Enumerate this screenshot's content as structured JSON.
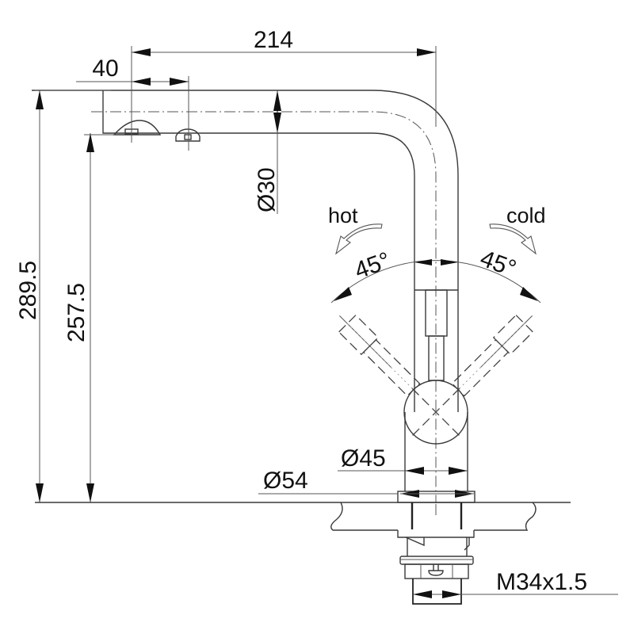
{
  "drawing": {
    "title": "Kitchen mixer tap dimension drawing",
    "units": "mm",
    "dimensions": {
      "spout_reach": "214",
      "spray_offset": "40",
      "spout_diameter": "Ø30",
      "total_height": "289.5",
      "outlet_height": "257.5",
      "body_diameter": "Ø45",
      "base_diameter": "Ø54",
      "thread": "M34x1.5"
    },
    "lever": {
      "hot_label": "hot",
      "cold_label": "cold",
      "hot_angle": "45°",
      "cold_angle": "45°"
    },
    "colors": {
      "line": "#3a3a3a",
      "text": "#111111",
      "background": "#ffffff"
    }
  }
}
